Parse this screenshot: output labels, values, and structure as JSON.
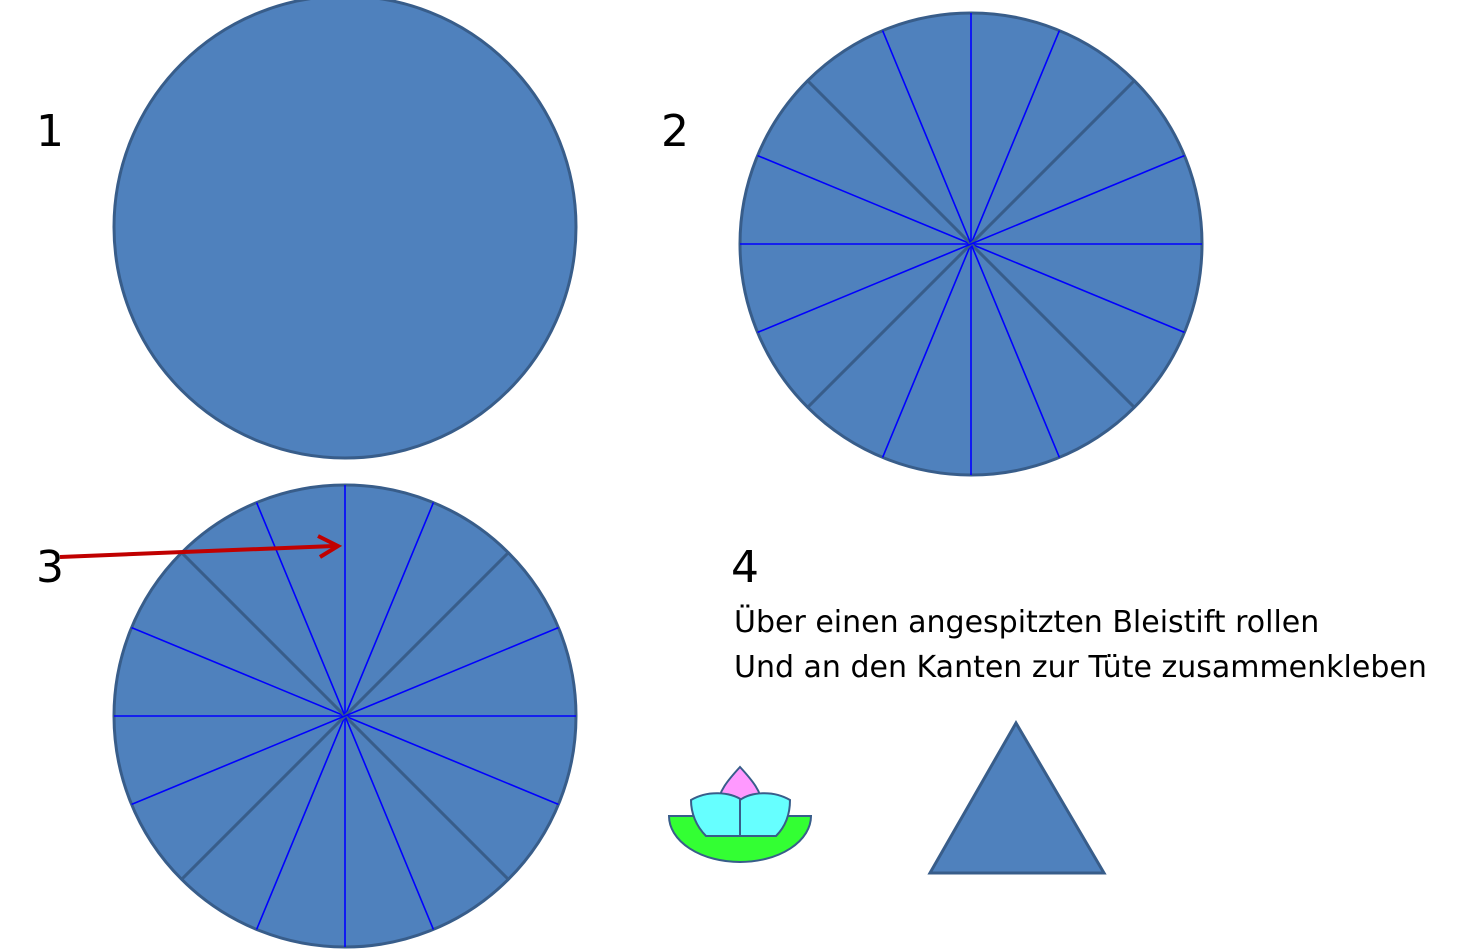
{
  "steps": [
    {
      "number": "1"
    },
    {
      "number": "2"
    },
    {
      "number": "3"
    },
    {
      "number": "4",
      "instructions": [
        "Über einen angespitzten Bleistift rollen",
        "Und an den Kanten zur Tüte zusammenkleben"
      ]
    }
  ],
  "colors": {
    "circle_fill": "#4F81BD",
    "circle_stroke": "#385D8A",
    "fold_line_blue": "#0000FF",
    "fold_line_dark": "#385D8A",
    "arrow": "#C00000",
    "lotus_pink": "#FF99FF",
    "lotus_cyan": "#66FFFF",
    "lotus_green": "#33FF33"
  },
  "icons": [
    "red-arrow-icon",
    "lotus-flower-icon",
    "triangle-icon"
  ]
}
